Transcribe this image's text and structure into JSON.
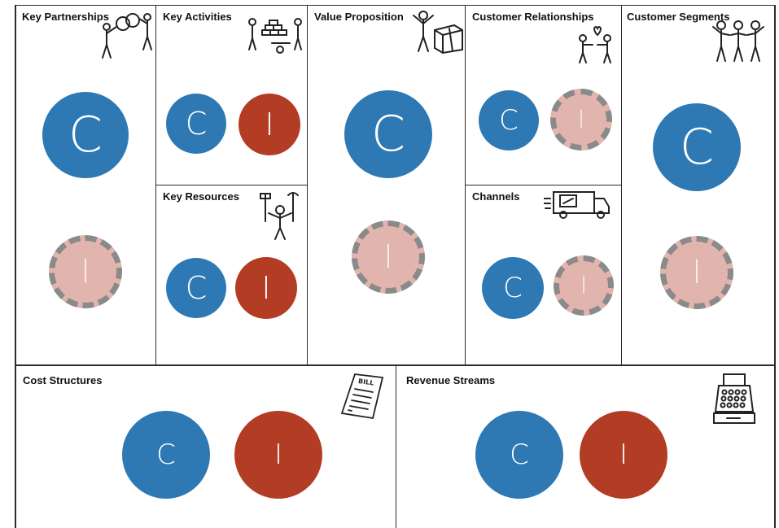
{
  "canvas": {
    "key_partnerships": {
      "title": "Key Partnerships",
      "icon": "partners-handshake-icon"
    },
    "key_activities": {
      "title": "Key Activities",
      "icon": "building-bricks-icon"
    },
    "key_resources": {
      "title": "Key Resources",
      "icon": "tools-person-icon"
    },
    "value_proposition": {
      "title": "Value Proposition",
      "icon": "gift-person-icon"
    },
    "customer_relationships": {
      "title": "Customer Relationships",
      "icon": "people-heart-icon"
    },
    "channels": {
      "title": "Channels",
      "icon": "delivery-truck-icon"
    },
    "customer_segments": {
      "title": "Customer Segments",
      "icon": "group-people-icon"
    },
    "cost_structures": {
      "title": "Cost Structures",
      "icon": "bill-receipt-icon"
    },
    "revenue_streams": {
      "title": "Revenue Streams",
      "icon": "cash-register-icon"
    }
  },
  "markers": {
    "c": "C",
    "i": "I"
  },
  "bill_text": "BILL",
  "colors": {
    "c_blue": "#2e79b3",
    "i_red": "#b33c24",
    "i_faded": "#e2b4ae",
    "dashed_border": "#8a8a8a"
  }
}
